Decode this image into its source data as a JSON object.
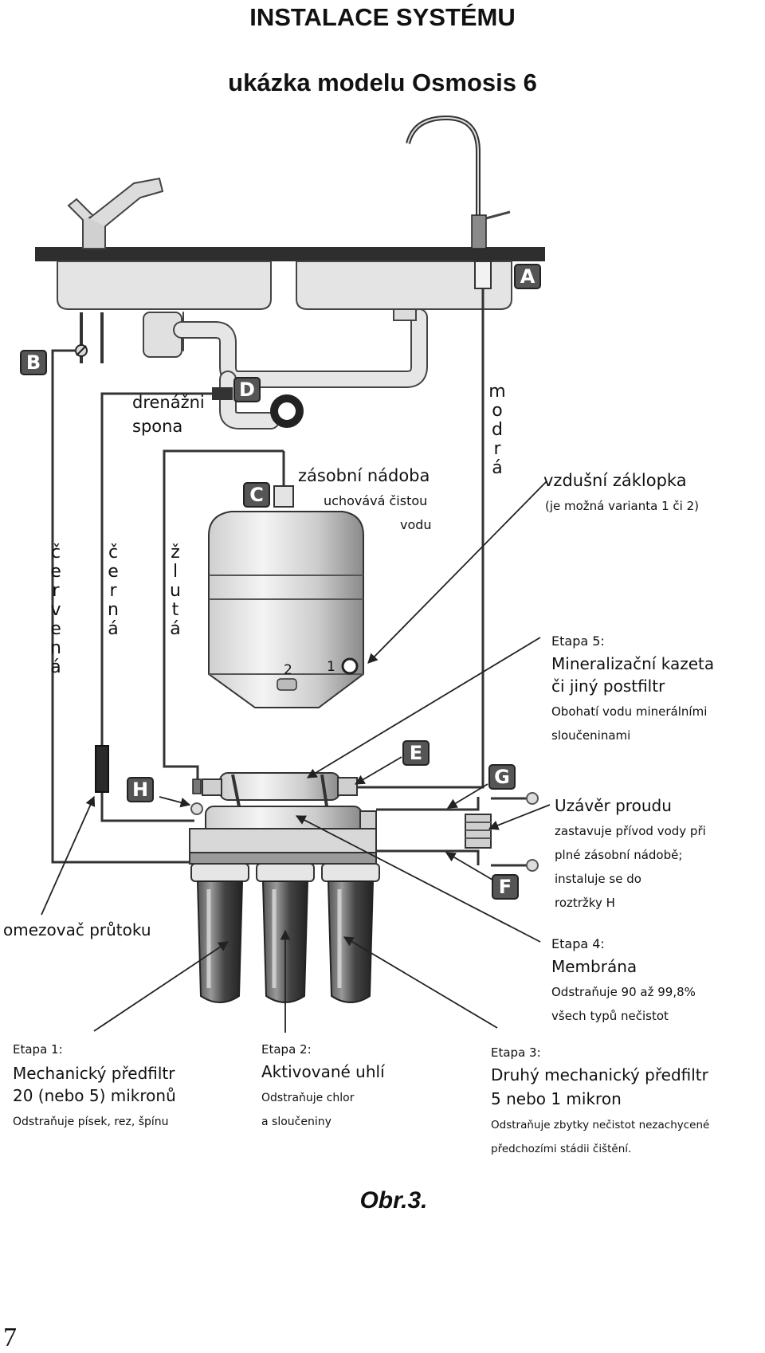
{
  "page": {
    "title": "INSTALACE SYSTÉMU",
    "subtitle": "ukázka modelu Osmosis 6",
    "caption": "Obr.3.",
    "page_number": "7"
  },
  "markers": {
    "A": "A",
    "B": "B",
    "C": "C",
    "D": "D",
    "E": "E",
    "F": "F",
    "G": "G",
    "H": "H"
  },
  "tubes": {
    "cervena": [
      "č",
      "e",
      "r",
      "v",
      "e",
      "n",
      "á"
    ],
    "cerna": [
      "č",
      "e",
      "r",
      "n",
      "á"
    ],
    "zluta": [
      "ž",
      "l",
      "u",
      "t",
      "á"
    ],
    "modra": [
      "m",
      "o",
      "d",
      "r",
      "á"
    ]
  },
  "labels": {
    "drain_clamp": [
      "drenážni",
      "spona"
    ],
    "tank": {
      "title": "zásobní nádoba",
      "desc": [
        "uchovává čistou",
        "vodu"
      ],
      "port1": "1",
      "port2": "2"
    },
    "air_valve": {
      "title": "vzdušní záklopka",
      "note": "(je možná varianta 1 či 2)"
    },
    "flow_restrictor": "omezovač průtoku",
    "shutoff": {
      "title": "Uzávěr proudu",
      "desc": [
        "zastavuje přívod vody při",
        "plné zásobní nádobě;",
        "instaluje se do",
        "roztržky H"
      ]
    }
  },
  "stages": [
    {
      "step": "Etapa 1:",
      "name": [
        "Mechanický předfiltr",
        "20 (nebo 5) mikronů"
      ],
      "desc": [
        "Odstraňuje písek, rez, špínu"
      ]
    },
    {
      "step": "Etapa 2:",
      "name": [
        "Aktivované uhlí"
      ],
      "desc": [
        "Odstraňuje chlor",
        "a sloučeniny"
      ]
    },
    {
      "step": "Etapa 3:",
      "name": [
        "Druhý mechanický předfiltr",
        "5 nebo 1 mikron"
      ],
      "desc": [
        "Odstraňuje zbytky nečistot nezachycené",
        "předchozími stádii čištění."
      ]
    },
    {
      "step": "Etapa 4:",
      "name": [
        "Membrána"
      ],
      "desc": [
        "Odstraňuje 90 až 99,8%",
        "všech typů nečistot"
      ]
    },
    {
      "step": "Etapa 5:",
      "name": [
        "Mineralizační kazeta",
        "či jiný postfiltr"
      ],
      "desc": [
        "Obohatí vodu minerálními",
        "sloučeninami"
      ]
    }
  ],
  "colors": {
    "line": "#222222",
    "fill_light": "#e6e6e6",
    "fill_mid": "#bdbdbd",
    "fill_dark": "#3a3a3a",
    "marker_bg": "#555555"
  }
}
